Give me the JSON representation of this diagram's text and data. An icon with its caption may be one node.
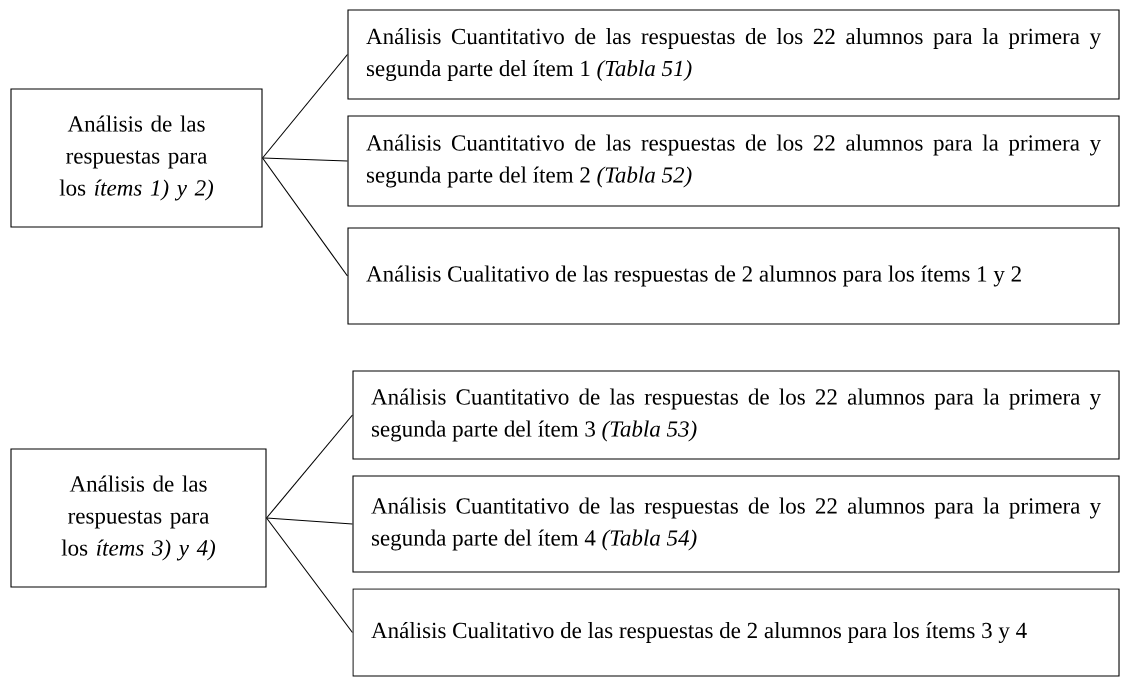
{
  "diagram": {
    "nodes": [
      {
        "text": [
          "Análisis de las respuestas para los *ítems 1) y 2)*"
        ]
      },
      {
        "text": [
          "Análisis Cuantitativo de las respuestas de los 22 alumnos para la primera y segunda parte del ítem 1 *(Tabla 51)*"
        ]
      },
      {
        "text": [
          "Análisis Cuantitativo de las respuestas de los 22 alumnos para la primera y segunda parte del ítem 2 *(Tabla 52)*"
        ]
      },
      {
        "text": [
          "Análisis Cualitativo de las respuestas de 2 alumnos para los ítems 1 y 2"
        ]
      },
      {
        "text": [
          "Análisis de las respuestas para los *ítems 3) y 4)*"
        ]
      },
      {
        "text": [
          "Análisis Cuantitativo de las respuestas de los 22 alumnos para la primera y segunda parte del ítem 3 *(Tabla 53)*"
        ]
      },
      {
        "text": [
          "Análisis Cuantitativo de las respuestas de los 22 alumnos para la primera y segunda parte del ítem 4 *(Tabla 54)*"
        ]
      },
      {
        "text": [
          "Análisis Cualitativo de las respuestas de 2 alumnos para los ítems 3 y 4"
        ]
      }
    ],
    "edges": [
      {
        "from": 0,
        "to": 1,
        "arrow": "none"
      },
      {
        "from": 0,
        "to": 2,
        "arrow": "none"
      },
      {
        "from": 0,
        "to": 3,
        "arrow": "none"
      },
      {
        "from": 4,
        "to": 5,
        "arrow": "none"
      },
      {
        "from": 4,
        "to": 6,
        "arrow": "none"
      },
      {
        "from": 4,
        "to": 7,
        "arrow": "none"
      }
    ]
  }
}
